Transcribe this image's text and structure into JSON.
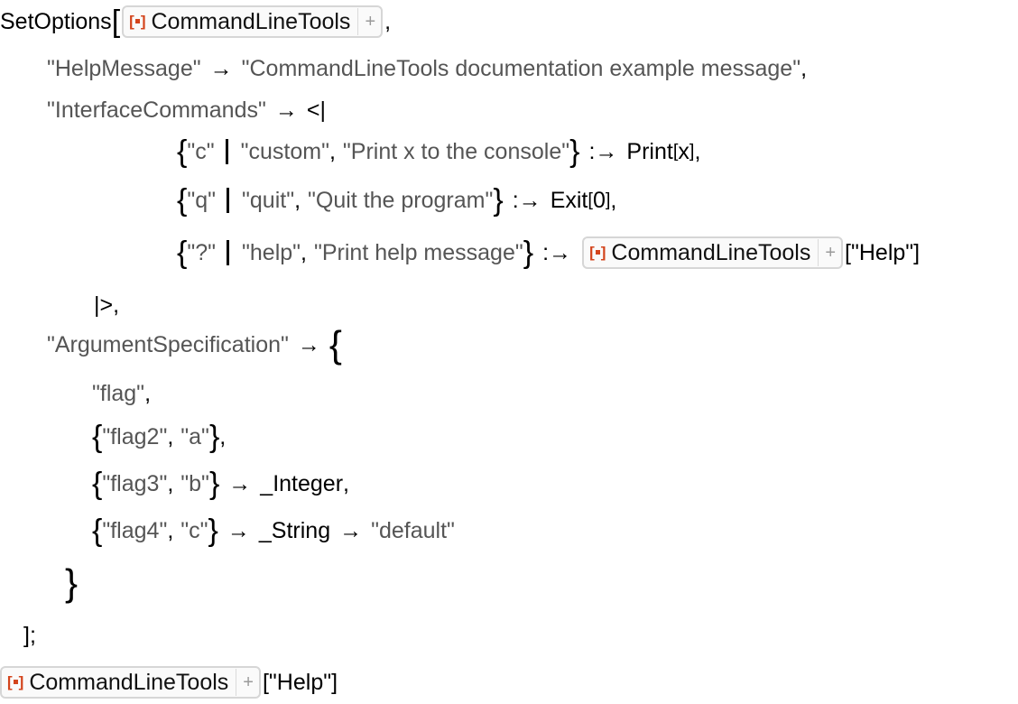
{
  "code": {
    "setoptions": "SetOptions",
    "resource_name": "CommandLineTools",
    "resource_icon": "resource-object-icon",
    "plus_icon": "expand-plus-icon",
    "help_message_key": "\"HelpMessage\"",
    "help_message_value": "\"CommandLineTools documentation example message\"",
    "interface_key": "\"InterfaceCommands\"",
    "assoc_open": "<|",
    "assoc_close": "|>",
    "cmds": [
      {
        "short": "\"c\"",
        "long": "\"custom\"",
        "desc": "\"Print x to the console\"",
        "action": "Print",
        "arg": "x"
      },
      {
        "short": "\"q\"",
        "long": "\"quit\"",
        "desc": "\"Quit the program\"",
        "action": "Exit",
        "arg": "0"
      },
      {
        "short": "\"?\"",
        "long": "\"help\"",
        "desc": "\"Print help message\"",
        "help_arg": "[\"Help\"]"
      }
    ],
    "argspec_key": "\"ArgumentSpecification\"",
    "flags": {
      "flag": "\"flag\"",
      "flag2": "\"flag2\"",
      "a": "\"a\"",
      "flag3": "\"flag3\"",
      "b": "\"b\"",
      "integer": "_Integer",
      "flag4": "\"flag4\"",
      "c": "\"c\"",
      "string": "_String",
      "default": "\"default\""
    },
    "closing": "];",
    "final_arg": "[\"Help\"]"
  },
  "colors": {
    "string": "#555555",
    "resource_icon": "#d3441c",
    "text": "#000000"
  }
}
